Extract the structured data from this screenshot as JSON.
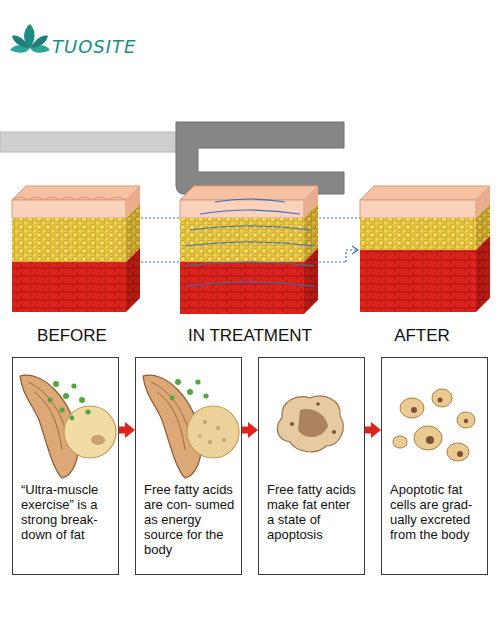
{
  "diagram": {
    "nodes": [
      {
        "text": [
          "“Ultra-muscle exercise” is a strong break- down of fat"
        ]
      },
      {
        "text": [
          "Free fatty acids are con- sumed as energy source for the body"
        ]
      },
      {
        "text": [
          "Free fatty acids make fat enter a state of apoptosis"
        ]
      },
      {
        "text": [
          "Apoptotic fat cells are grad- ually excreted from the body"
        ]
      }
    ],
    "edges": [
      {
        "from": 0,
        "to": 1,
        "arrow": "to"
      },
      {
        "from": 1,
        "to": 2,
        "arrow": "to"
      },
      {
        "from": 2,
        "to": 3,
        "arrow": "to"
      }
    ],
    "labels": [
      "TUOSITE",
      "BEFORE",
      "IN TREATMENT",
      "AFTER"
    ]
  }
}
